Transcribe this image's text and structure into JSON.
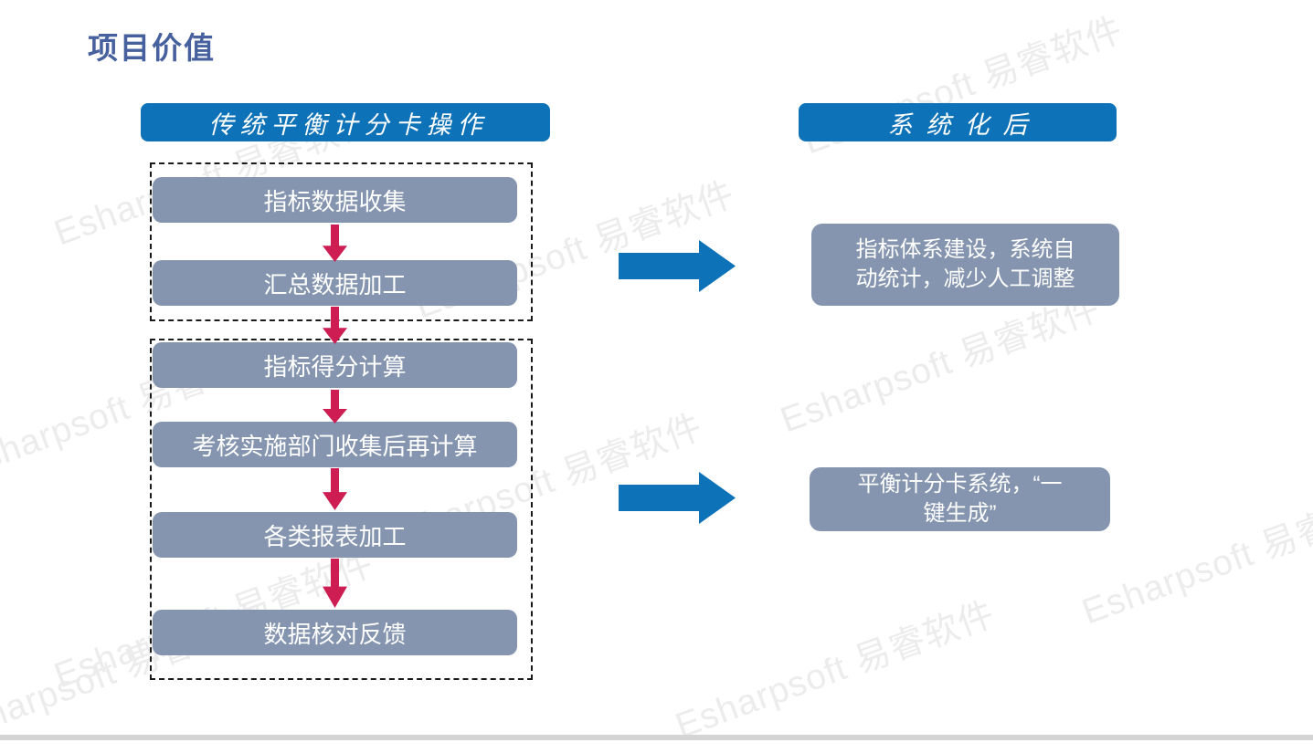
{
  "title": "项目价值",
  "watermark": {
    "text": "Esharpsoft 易睿软件"
  },
  "left": {
    "header": "传统平衡计分卡操作",
    "steps": [
      "指标数据收集",
      "汇总数据加工",
      "指标得分计算",
      "考核实施部门收集后再计算",
      "各类报表加工",
      "数据核对反馈"
    ]
  },
  "right": {
    "header": "系统化后",
    "results": [
      "指标体系建设，系统自\n动统计，减少人工调整",
      "平衡计分卡系统，“一\n键生成”"
    ]
  },
  "colors": {
    "header_blue": "#0d72b7",
    "box_gray": "#8595af",
    "arrow_red": "#ce1d52",
    "arrow_blue": "#0d72b7",
    "title_color": "#47619e",
    "watermark_gray": "#ececec"
  }
}
